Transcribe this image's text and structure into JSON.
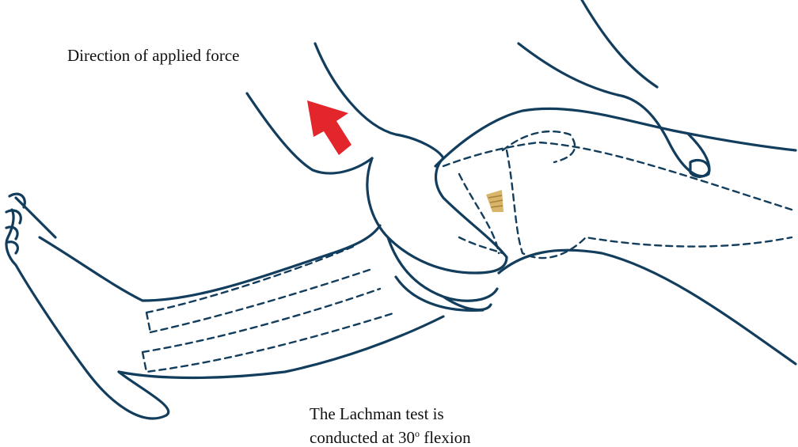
{
  "labels": {
    "force_direction": "Direction of applied force",
    "caption_line1": "The Lachman test is",
    "caption_line2_prefix": "conducted at 30",
    "caption_degree": "o",
    "caption_line2_suffix": " flexion"
  },
  "colors": {
    "outline": "#123d5c",
    "arrow": "#e3262b",
    "ligament": "#d9b56a"
  },
  "icons": [
    "force-arrow-icon"
  ]
}
